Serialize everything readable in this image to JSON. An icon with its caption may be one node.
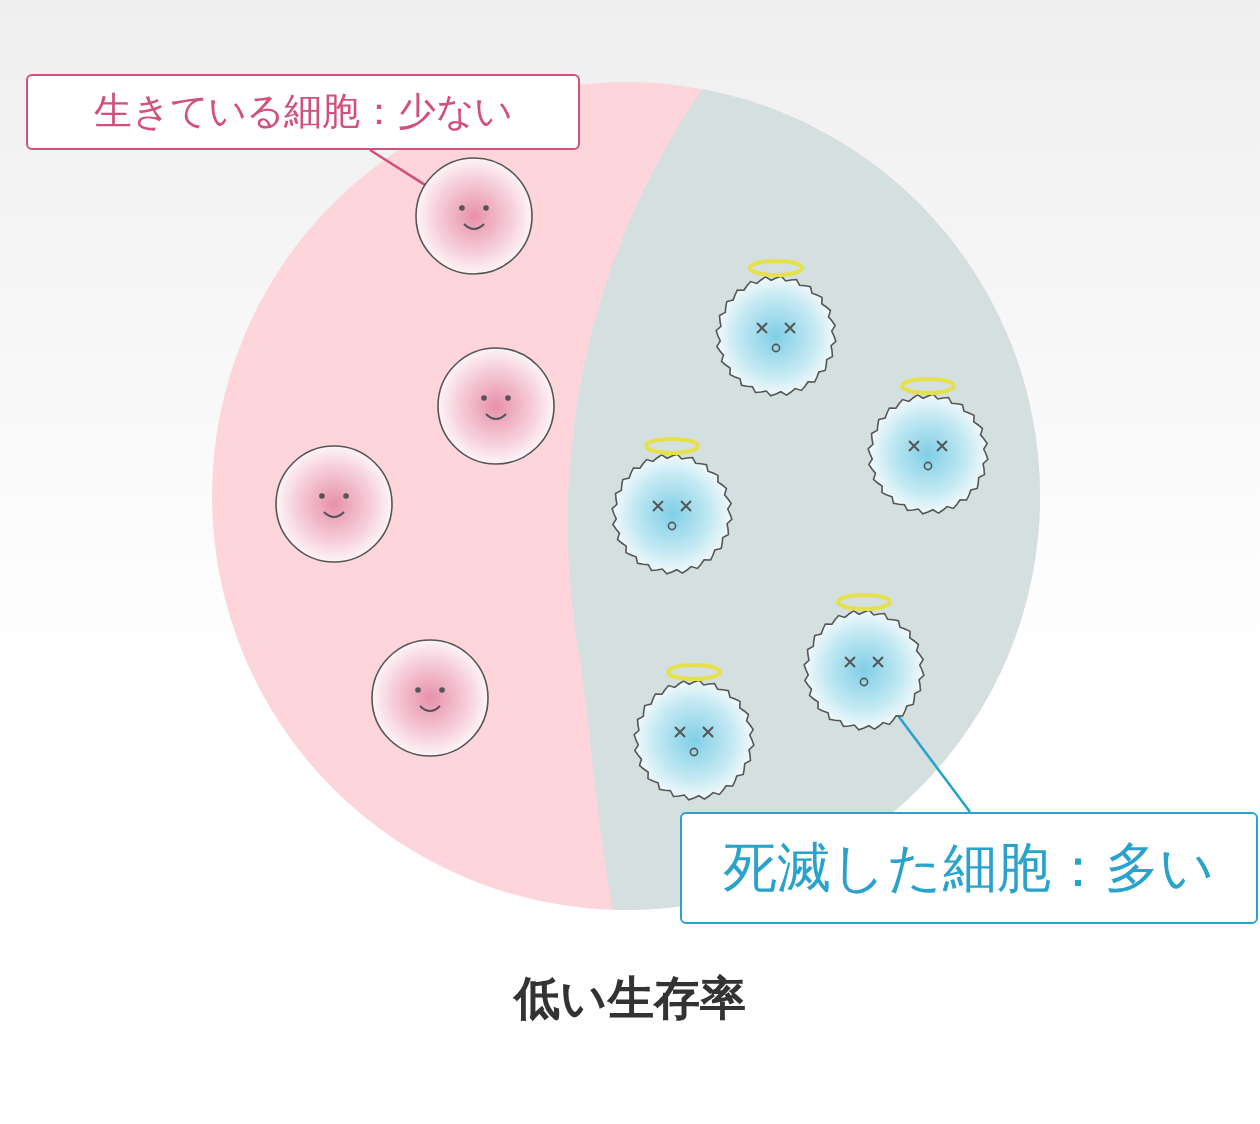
{
  "diagram": {
    "title": "低い生存率",
    "nodes": [
      {
        "text": [
          "生きている細胞：少ない"
        ]
      },
      {
        "text": [],
        "shape": "circle"
      },
      {
        "text": [],
        "shape": "circle"
      },
      {
        "text": [
          "死滅した細胞：多い"
        ]
      }
    ],
    "edges": [
      {
        "from": 0,
        "to": 1,
        "arrow": "none",
        "color": "#d2507c"
      },
      {
        "from": 3,
        "to": 2,
        "arrow": "none",
        "color": "#2aa3cc"
      }
    ]
  }
}
